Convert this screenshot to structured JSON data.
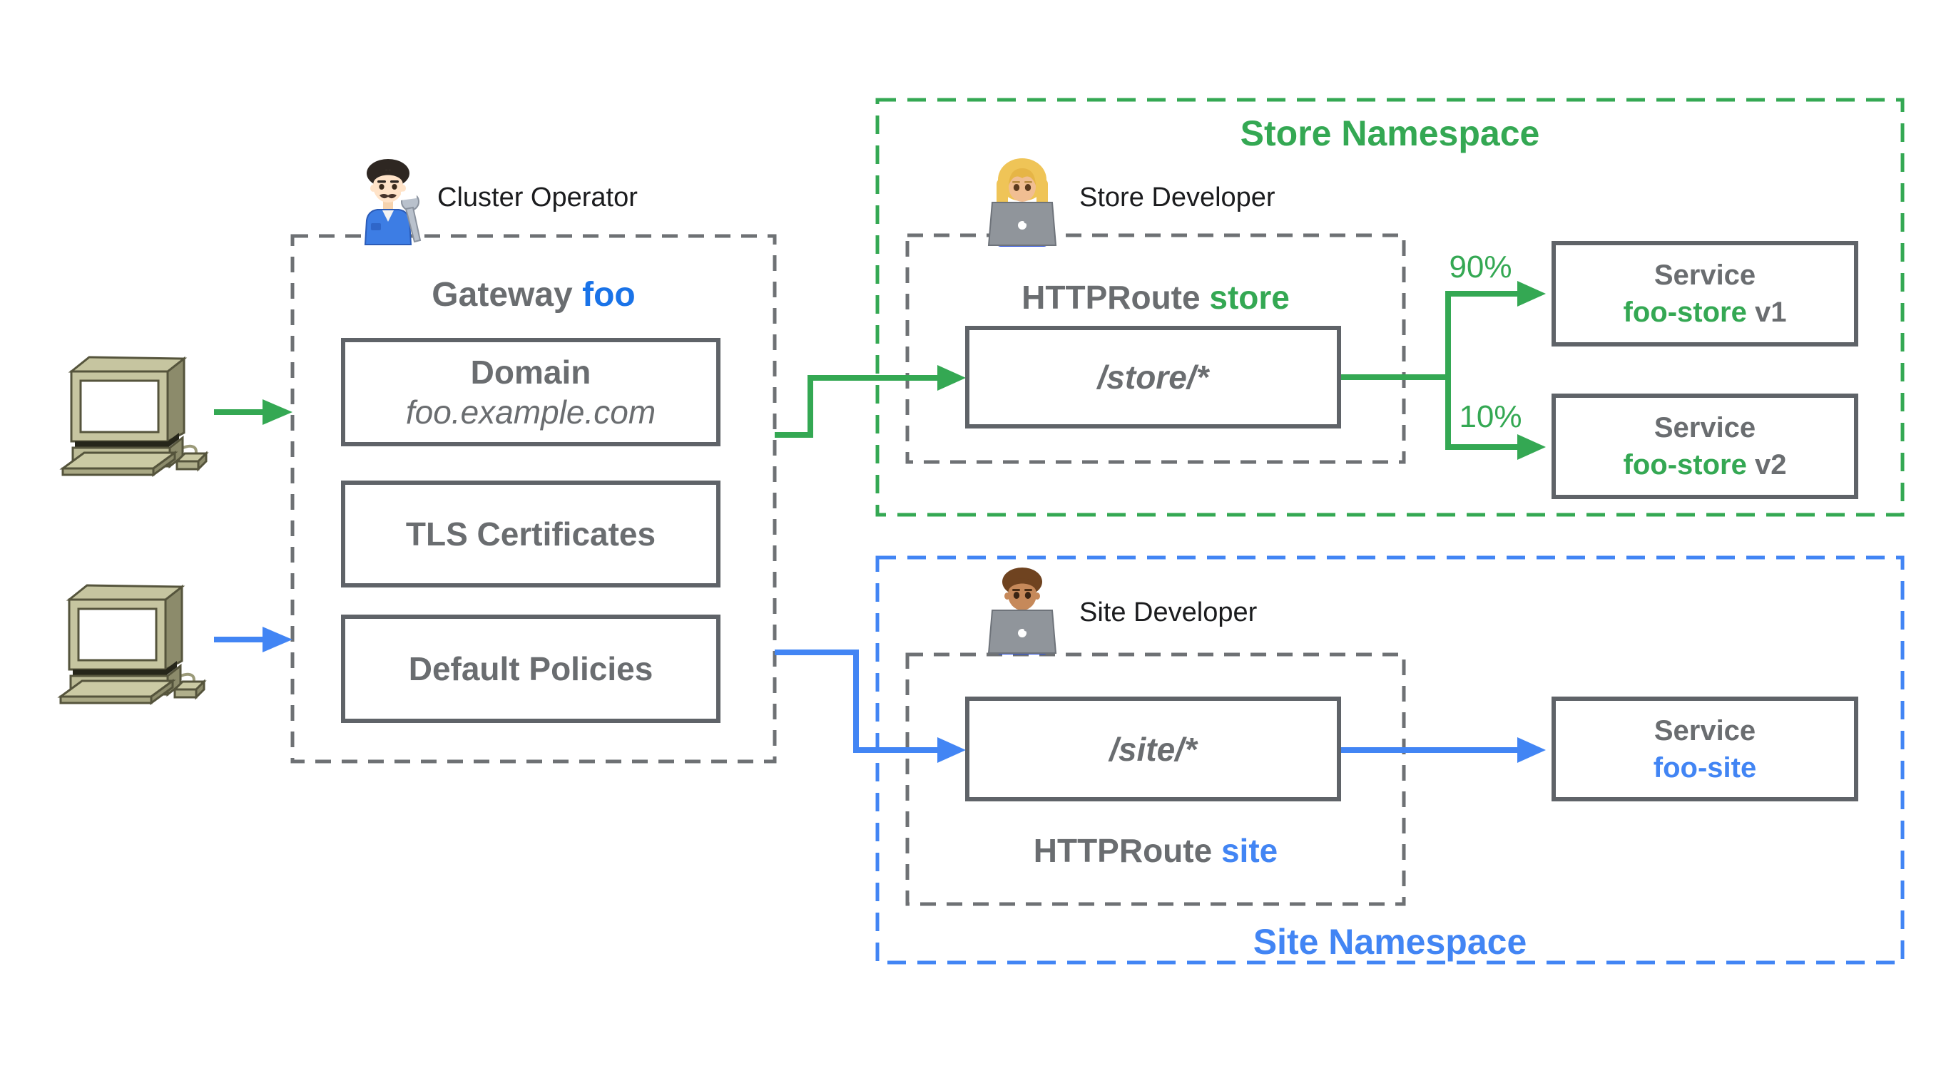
{
  "colors": {
    "green": "#34A853",
    "blue": "#4285F4",
    "blue_dark": "#1A73E8",
    "text_gray": "#6a6d70",
    "border_gray": "#5f6368"
  },
  "icons": {
    "client": "desktop-computer-icon",
    "cluster_operator": "man-mechanic-emoji",
    "store_developer": "woman-technologist-emoji",
    "site_developer": "man-technologist-emoji"
  },
  "gateway": {
    "owner_label": "Cluster Operator",
    "title": {
      "prefix": "Gateway ",
      "name": "foo"
    },
    "items": [
      {
        "title": "Domain",
        "subtitle": "foo.example.com"
      },
      {
        "title": "TLS Certificates",
        "subtitle": ""
      },
      {
        "title": "Default Policies",
        "subtitle": ""
      }
    ]
  },
  "store_namespace": {
    "label": "Store Namespace",
    "owner_label": "Store Developer",
    "route": {
      "prefix": "HTTPRoute ",
      "name": "store"
    },
    "path": "/store/*",
    "branches": [
      {
        "weight": "90%",
        "service": {
          "title": "Service",
          "name": "foo-store",
          "version": " v1"
        }
      },
      {
        "weight": "10%",
        "service": {
          "title": "Service",
          "name": "foo-store",
          "version": " v2"
        }
      }
    ]
  },
  "site_namespace": {
    "label": "Site Namespace",
    "owner_label": "Site Developer",
    "route": {
      "prefix": "HTTPRoute ",
      "name": "site"
    },
    "path": "/site/*",
    "service": {
      "title": "Service",
      "name": "foo-site",
      "version": ""
    }
  }
}
